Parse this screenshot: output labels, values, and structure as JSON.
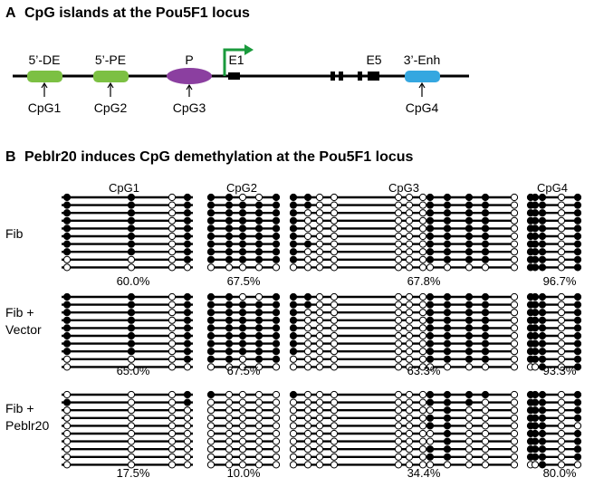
{
  "panel_a": {
    "letter": "A",
    "title": "CpG islands at the Pou5F1 locus",
    "elements": [
      {
        "label": "5’-DE",
        "shape": "rect",
        "color": "#7cc043"
      },
      {
        "label": "5’-PE",
        "shape": "rect",
        "color": "#7cc043"
      },
      {
        "label": "P",
        "shape": "ellipse",
        "color": "#8b3fa0"
      },
      {
        "label": "E1",
        "shape": "exon"
      },
      {
        "label": "E5",
        "shape": "exon"
      },
      {
        "label": "3’-Enh",
        "shape": "rect",
        "color": "#35a7e0"
      }
    ],
    "cpg_labels": [
      "CpG1",
      "CpG2",
      "CpG3",
      "CpG4"
    ],
    "arrow_color": "#1a9a3c"
  },
  "panel_b": {
    "letter": "B",
    "title": "Peblr20 induces CpG demethylation at the Pou5F1 locus",
    "columns": [
      "CpG1",
      "CpG2",
      "CpG3",
      "CpG4"
    ],
    "groups": [
      {
        "label_lines": [
          "Fib"
        ],
        "percents": [
          "60.0%",
          "67.5%",
          "67.8%",
          "96.7%"
        ]
      },
      {
        "label_lines": [
          "Fib +",
          "Vector"
        ],
        "percents": [
          "65.0%",
          "67.5%",
          "63.3%",
          "93.3%"
        ]
      },
      {
        "label_lines": [
          "Fib +",
          "Peblr20"
        ],
        "percents": [
          "17.5%",
          "10.0%",
          "34.4%",
          "80.0%"
        ]
      }
    ],
    "methylation": [
      [
        [
          "11011",
          "11011",
          "11011",
          "11011",
          "11011",
          "11011",
          "11011",
          "11011",
          "00011",
          "00000"
        ],
        [
          "11001",
          "11111",
          "11111",
          "11111",
          "11111",
          "11111",
          "11111",
          "11111",
          "11111",
          "00000"
        ],
        [
          "110000011110",
          "110000011110",
          "100000011110",
          "100000011110",
          "100000011110",
          "100000011110",
          "110000011110",
          "100000011110",
          "100000011110",
          "000000000000"
        ],
        [
          "11101",
          "11101",
          "11101",
          "11101",
          "11101",
          "11101",
          "11101",
          "11101",
          "11101",
          "11101"
        ]
      ],
      [
        [
          "11011",
          "11011",
          "11011",
          "11011",
          "11011",
          "11011",
          "11011",
          "11011",
          "00011",
          "00000"
        ],
        [
          "11001",
          "11111",
          "11111",
          "11111",
          "11111",
          "11111",
          "11111",
          "11111",
          "11011",
          "00000"
        ],
        [
          "110000011110",
          "110000011110",
          "100000011110",
          "100000011110",
          "100000011110",
          "100000011110",
          "100000011110",
          "100000011110",
          "000000011110",
          "000000000000"
        ],
        [
          "11101",
          "11101",
          "11101",
          "11101",
          "11101",
          "11101",
          "11101",
          "11101",
          "11101",
          "00101"
        ]
      ],
      [
        [
          "00010",
          "10011",
          "00000",
          "00000",
          "00000",
          "00000",
          "00000",
          "00000",
          "00000",
          "00000"
        ],
        [
          "10000",
          "00000",
          "00000",
          "00000",
          "00000",
          "00000",
          "00000",
          "00000",
          "00000",
          "00000"
        ],
        [
          "100000011110",
          "000000011100",
          "000000001000",
          "000000011000",
          "000000011000",
          "000000001000",
          "000000001000",
          "000000011000",
          "000000011000",
          "000000000000"
        ],
        [
          "11101",
          "11101",
          "11101",
          "11101",
          "11100",
          "11101",
          "11101",
          "11101",
          "11101",
          "00100"
        ]
      ]
    ]
  }
}
